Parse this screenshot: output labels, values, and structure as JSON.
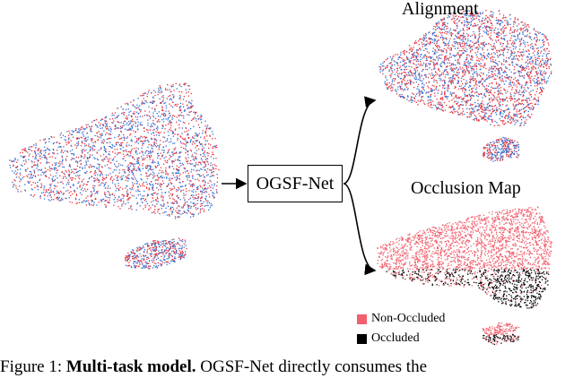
{
  "figure": {
    "alignment_title": "Alignment",
    "occlusion_title": "Occlusion Map",
    "network_label": "OGSF-Net",
    "legend": [
      {
        "label": "Non-Occluded",
        "color": "#f0606e"
      },
      {
        "label": "Occluded",
        "color": "#000000"
      }
    ],
    "colors": {
      "source": "#e8343c",
      "target": "#2f6fd6",
      "non_occluded": "#f0606e",
      "occluded": "#000000"
    }
  },
  "caption": {
    "prefix": "Figure 1:",
    "bold": "Multi-task model.",
    "rest": "OGSF-Net directly consumes the"
  }
}
